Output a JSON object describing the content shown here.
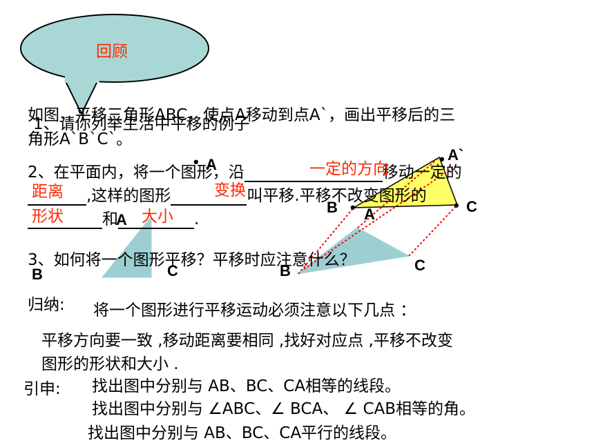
{
  "bubble": {
    "label": "回顾",
    "fill": "#a9d7d6"
  },
  "item1": {
    "back": "1、请你列举生活中平移的例子",
    "line1": "如图，平移三角形ABC，使点A移动到点A`，画出平移后的三",
    "line2": "角形A`B`C`。"
  },
  "item2": {
    "line1_a": "2、在平面内，将一个图形，沿",
    "line1_b": "移动一定的",
    "line2_a": ",这样的图形",
    "line2_b": "叫平移.平移不改变图形的",
    "line3_a": "和",
    "line3_b": ".",
    "ans_direction": "一定的方向",
    "ans_distance": "距离",
    "ans_transform": "变换",
    "ans_shape": "形状",
    "ans_size": "大小"
  },
  "item3": {
    "text": "3、如何将一个图形平移？平移时应注意什么？"
  },
  "figure": {
    "vertices": {
      "A1": "A`",
      "A_small": "A",
      "A_right": "A",
      "B": "B",
      "B_right": "B",
      "B_top": "B",
      "C": "C",
      "C_top": "C"
    },
    "dot": "•",
    "triangle_fill": "#9dcfd2",
    "yellow_fill": "#ffff66",
    "guide_color": "#ff0000"
  },
  "summary": {
    "label": "归纳:",
    "intro": "将一个图形进行平移运动必须注意以下几点 ：",
    "line1": "平移方向要一致 ,移动距离要相同 ,找好对应点 ,平移不改变",
    "line2": "图形的形状和大小 ."
  },
  "extension": {
    "label": "引申:",
    "q1": "找出图中分别与 AB、BC、CA相等的线段。",
    "q2": "找出图中分别与 ∠ABC、∠ BCA、 ∠ CAB相等的角。",
    "q3": "找出图中分别与 AB、BC、CA平行的线段。"
  }
}
